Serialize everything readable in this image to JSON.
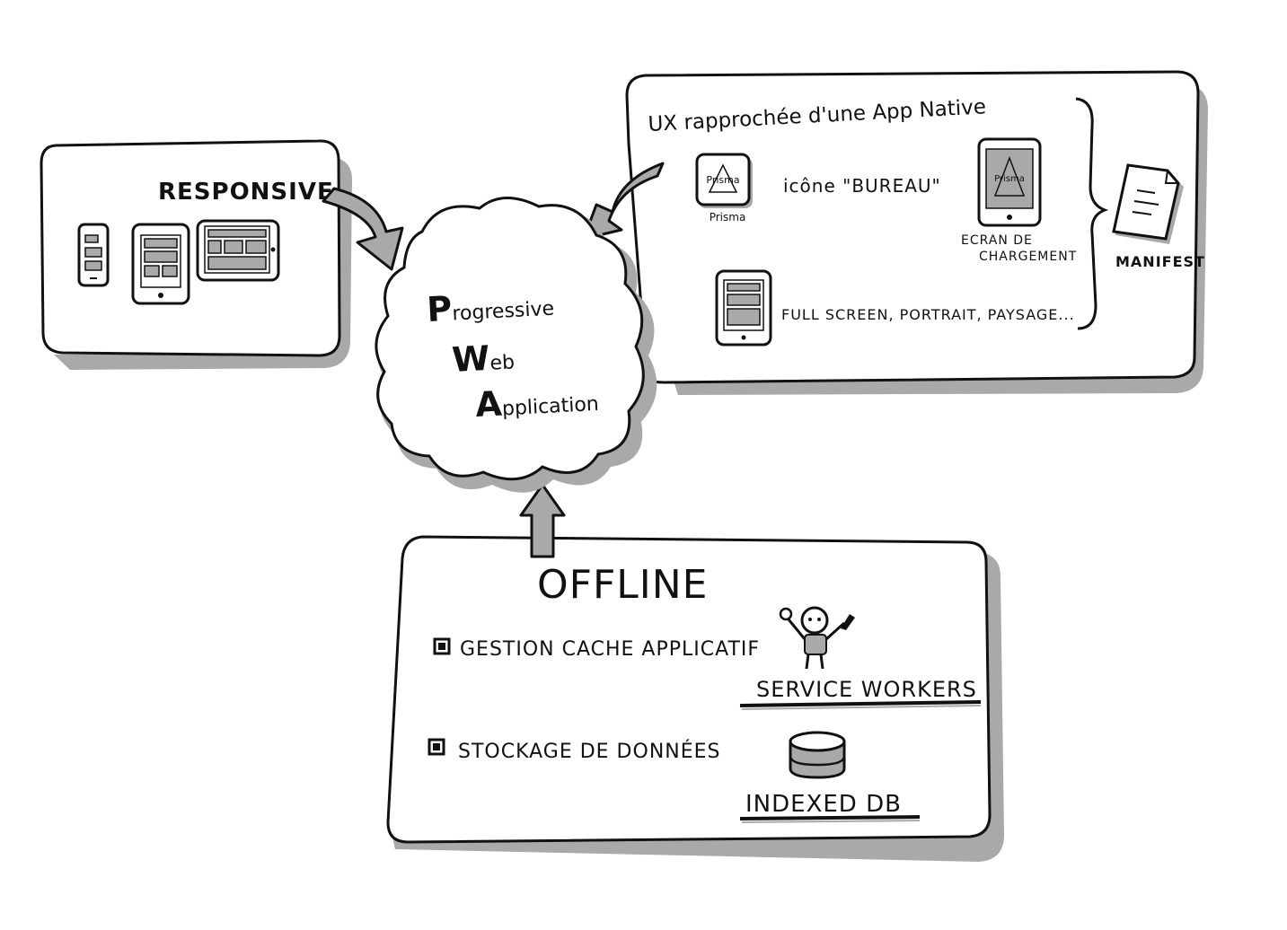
{
  "center": {
    "letters": [
      "P",
      "W",
      "A"
    ],
    "rests": [
      "rogressive",
      "eb",
      "pplication"
    ]
  },
  "responsive": {
    "title": "RESPONSIVE"
  },
  "ux": {
    "heading": "UX rapprochée d'une App Native",
    "app_icon_text": "Prisma",
    "app_icon_caption": "Prisma",
    "icon_label": "icône \"BUREAU\"",
    "splash_screen_text": "Prisma",
    "splash_label_line1": "ECRAN DE",
    "splash_label_line2": "CHARGEMENT",
    "fullscreen_label": "FULL SCREEN, PORTRAIT, PAYSAGE...",
    "manifest_label": "MANIFEST"
  },
  "offline": {
    "title": "OFFLINE",
    "item1": "GESTION CACHE APPLICATIF",
    "item1_tech": "SERVICE WORKERS",
    "item2": "STOCKAGE DE DONNÉES",
    "item2_tech": "INDEXED DB"
  },
  "colors": {
    "ink": "#111111",
    "shadow": "#a9a9ab",
    "paper": "#ffffff"
  }
}
